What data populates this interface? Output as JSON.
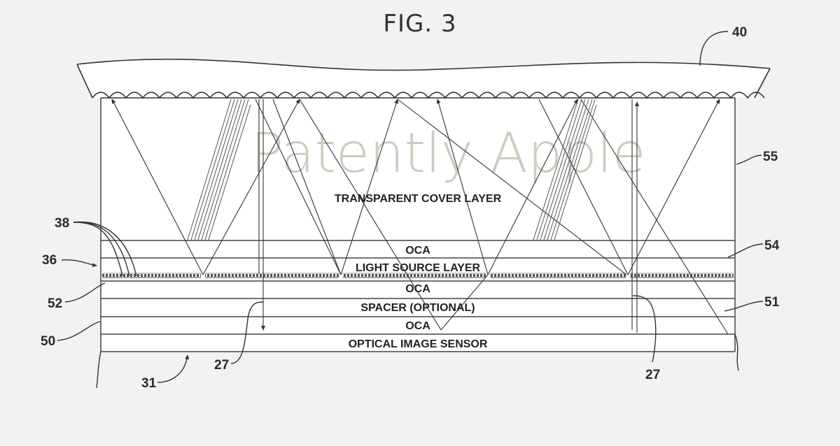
{
  "figure": {
    "title": "FIG. 3",
    "watermark": "Patently Apple"
  },
  "layers": [
    {
      "name": "transparent-cover-layer",
      "label": "TRANSPARENT COVER LAYER"
    },
    {
      "name": "oca-top",
      "label": "OCA"
    },
    {
      "name": "light-source-layer",
      "label": "LIGHT SOURCE LAYER"
    },
    {
      "name": "oca-middle",
      "label": "OCA"
    },
    {
      "name": "spacer-layer",
      "label": "SPACER (OPTIONAL)"
    },
    {
      "name": "oca-bottom",
      "label": "OCA"
    },
    {
      "name": "optical-image-sensor",
      "label": "OPTICAL IMAGE SENSOR"
    }
  ],
  "reference_numerals": {
    "finger": "40",
    "cover_layer": "55",
    "oca_top": "54",
    "light_sources": "38",
    "light_source_layer": "36",
    "oca_middle": "52",
    "spacer": "51",
    "stack": "50",
    "sensor": "31",
    "ray_left": "27",
    "ray_right": "27"
  },
  "colors": {
    "background": "#f2f2f2",
    "line": "#3a3a3a",
    "watermark": "#cfcbbf",
    "panel": "#ffffff"
  }
}
